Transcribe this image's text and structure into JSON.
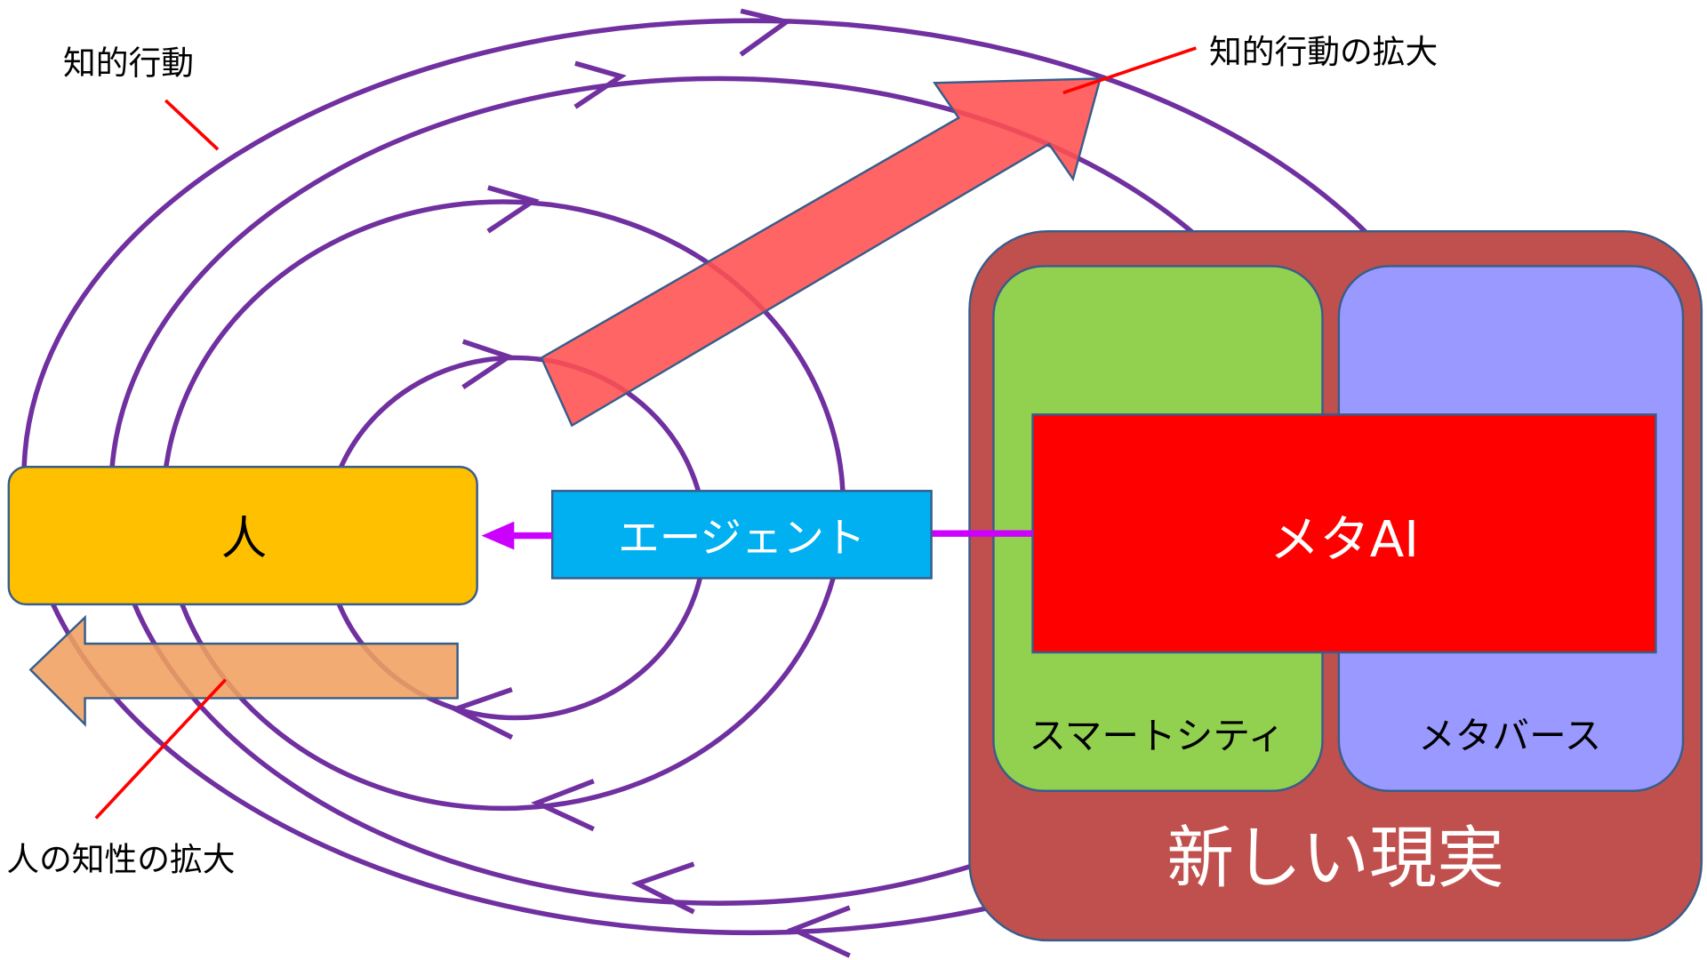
{
  "labels": {
    "intelligent_action": "知的行動",
    "intelligent_action_expansion": "知的行動の拡大",
    "human_intelligence_expansion": "人の知性の拡大"
  },
  "boxes": {
    "human": "人",
    "agent": "エージェント",
    "meta_ai": "メタAI",
    "smart_city": "スマートシティ",
    "metaverse": "メタバース",
    "new_reality": "新しい現実"
  },
  "colors": {
    "orbit": "#7030a0",
    "human_box": "#ffc000",
    "agent_box": "#00b0f0",
    "new_reality_box": "#c0504d",
    "smart_city_box": "#92d050",
    "metaverse_box": "#9999ff",
    "meta_ai_box": "#ff0000",
    "big_arrow": "#ff5050",
    "left_arrow": "#f0a060",
    "connector": "#cc00ff",
    "callout_line": "#ff0000"
  }
}
